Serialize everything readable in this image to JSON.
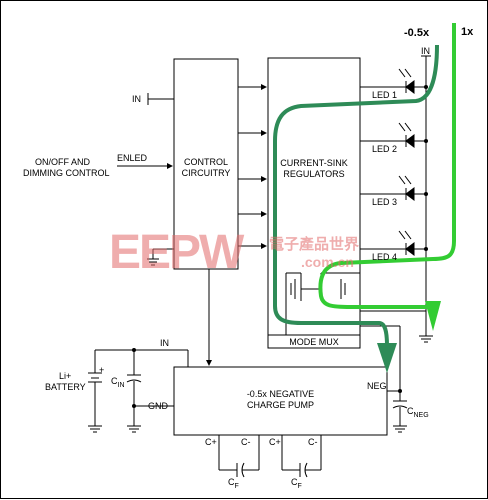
{
  "diagram": {
    "blocks": {
      "control": {
        "line1": "CONTROL",
        "line2": "CIRCUITRY"
      },
      "regulators": {
        "line1": "CURRENT-SINK",
        "line2": "REGULATORS"
      },
      "mode_mux": "MODE MUX",
      "pump": {
        "line1": "-0.5x NEGATIVE",
        "line2": "CHARGE PUMP"
      }
    },
    "inputs": {
      "in_control": "IN",
      "onoff_line1": "ON/OFF AND",
      "onoff_line2": "DIMMING CONTROL",
      "enled": "ENLED",
      "in_top": "IN"
    },
    "leds": [
      "LED 1",
      "LED 2",
      "LED 3",
      "LED 4"
    ],
    "pump_pins": {
      "in": "IN",
      "gnd": "GND",
      "neg": "NEG",
      "cplus": "C+",
      "cminus": "C-"
    },
    "components": {
      "battery_line1": "Li+",
      "battery_line2": "BATTERY",
      "battery_plus": "+",
      "cin": "C",
      "cin_sub": "IN",
      "cneg": "C",
      "cneg_sub": "NEG",
      "cf": "C",
      "cf_sub": "F"
    },
    "paths": {
      "neg_half": "-0.5x",
      "one_x": "1x"
    },
    "watermark": {
      "logo": "EEPW",
      "cn": "電子產品世界",
      "domain": ".com.cn"
    },
    "colors": {
      "path": "#2e8b57",
      "path_bright": "#33cc33",
      "watermark": "#e36b6b"
    }
  }
}
